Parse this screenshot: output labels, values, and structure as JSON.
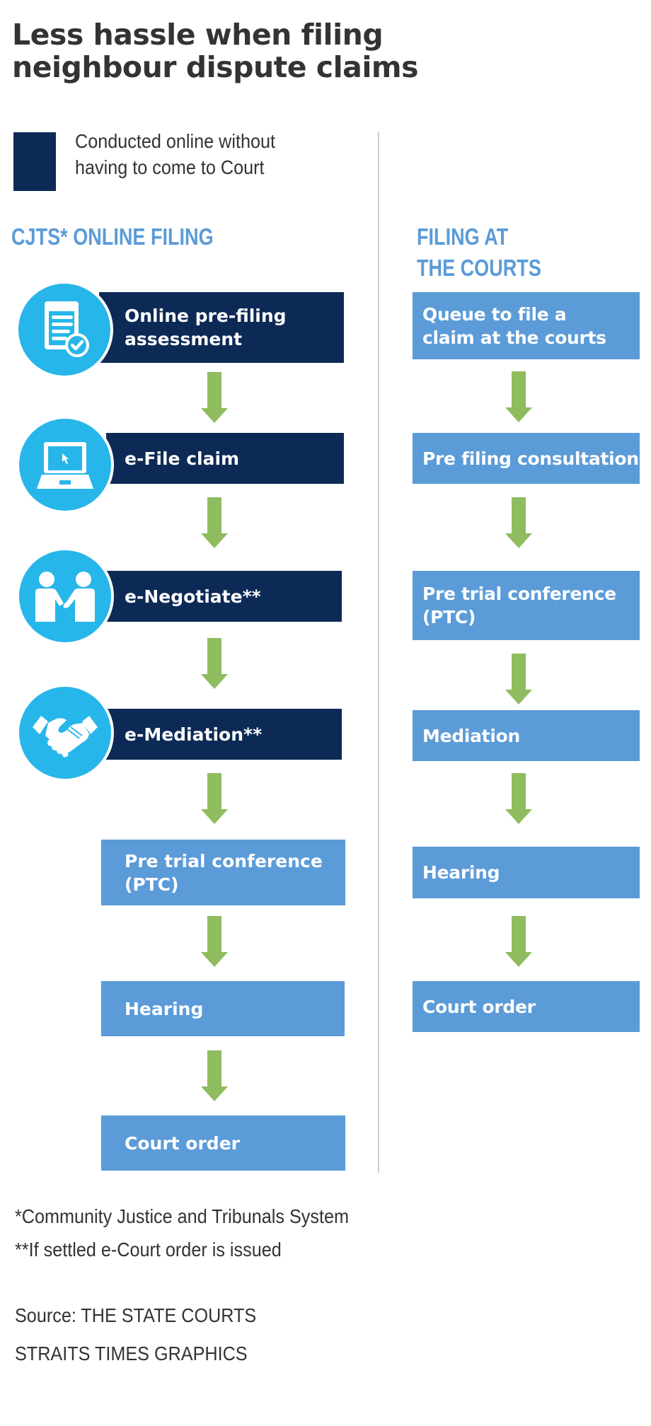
{
  "title": {
    "line1": "Less hassle when filing",
    "line2": "neighbour dispute claims"
  },
  "legend": {
    "swatch_color": "#0d2a56",
    "line1": "Conducted online without",
    "line2": "having to come to Court"
  },
  "colors": {
    "online_box": "#0d2a56",
    "court_box": "#5b9bd8",
    "icon_circle": "#27b6ea",
    "arrow": "#8fbc5e",
    "heading": "#5b9bd8",
    "text": "#333333"
  },
  "left_column": {
    "heading": "CJTS* ONLINE FILING",
    "steps": [
      {
        "label": "Online pre-filing\nassessment",
        "type": "online",
        "icon": "document-check-icon"
      },
      {
        "label": "e-File claim",
        "type": "online",
        "icon": "laptop-cursor-icon"
      },
      {
        "label": "e-Negotiate**",
        "type": "online",
        "icon": "people-handshake-icon"
      },
      {
        "label": "e-Mediation**",
        "type": "online",
        "icon": "handshake-icon"
      },
      {
        "label": "Pre trial conference\n(PTC)",
        "type": "court"
      },
      {
        "label": "Hearing",
        "type": "court"
      },
      {
        "label": "Court order",
        "type": "court"
      }
    ]
  },
  "right_column": {
    "heading_line1": "FILING AT",
    "heading_line2": "THE COURTS",
    "steps": [
      {
        "label": "Queue to file a\nclaim at the courts",
        "type": "court"
      },
      {
        "label": "Pre filing consultation",
        "type": "court"
      },
      {
        "label": "Pre trial conference\n(PTC)",
        "type": "court"
      },
      {
        "label": "Mediation",
        "type": "court"
      },
      {
        "label": "Hearing",
        "type": "court"
      },
      {
        "label": "Court order",
        "type": "court"
      }
    ]
  },
  "footnotes": {
    "note1": "*Community Justice and Tribunals System",
    "note2": "**If settled e-Court order is issued",
    "source": "Source: THE STATE COURTS",
    "credit": "STRAITS TIMES GRAPHICS"
  }
}
